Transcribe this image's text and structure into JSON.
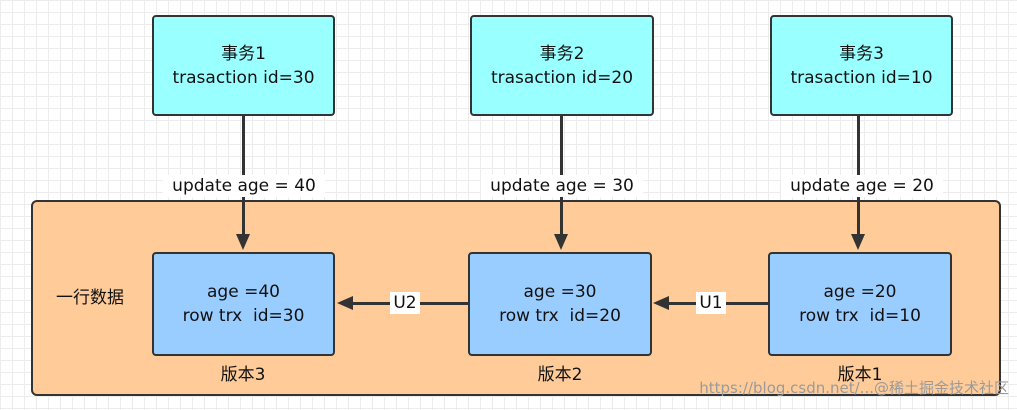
{
  "transactions": [
    {
      "title": "事务1",
      "id_label": "trasaction id=30"
    },
    {
      "title": "事务2",
      "id_label": "trasaction id=20"
    },
    {
      "title": "事务3",
      "id_label": "trasaction id=10"
    }
  ],
  "updates": [
    "update age = 40",
    "update age = 30",
    "update age = 20"
  ],
  "row_label": "一行数据",
  "versions": [
    {
      "age": "age =40",
      "trx": "row trx  id=30",
      "name": "版本3"
    },
    {
      "age": "age =30",
      "trx": "row trx  id=20",
      "name": "版本2"
    },
    {
      "age": "age =20",
      "trx": "row trx  id=10",
      "name": "版本1"
    }
  ],
  "undo_links": [
    "U2",
    "U1"
  ],
  "watermark": "https://blog.csdn.net/...@稀土掘金技术社区"
}
